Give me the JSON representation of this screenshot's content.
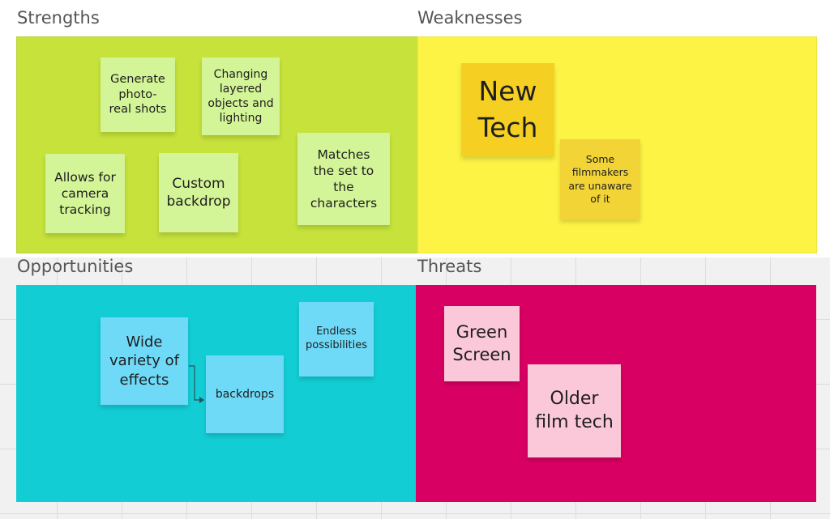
{
  "colors": {
    "strengths": "#c6e23b",
    "weaknesses": "#fdf344",
    "opportunities": "#13cdd5",
    "threats": "#d80062",
    "note_green": "#d3f497",
    "note_yellow_dark": "#f5cf22",
    "note_yellow_mid": "#f3d437",
    "note_blue": "#6fdaf8",
    "note_pink": "#fbc8da"
  },
  "quadrants": {
    "strengths": {
      "title": "Strengths",
      "notes": [
        {
          "text": "Generate photo-real shots"
        },
        {
          "text": "Changing layered objects and lighting"
        },
        {
          "text": "Allows for camera tracking"
        },
        {
          "text": "Custom backdrop"
        },
        {
          "text": "Matches the set to the characters"
        }
      ]
    },
    "weaknesses": {
      "title": "Weaknesses",
      "notes": [
        {
          "text": "New Tech"
        },
        {
          "text": "Some filmmakers are unaware of it"
        }
      ]
    },
    "opportunities": {
      "title": "Opportunities",
      "notes": [
        {
          "text": "Wide variety of effects"
        },
        {
          "text": "backdrops"
        },
        {
          "text": "Endless possibilities"
        }
      ]
    },
    "threats": {
      "title": "Threats",
      "notes": [
        {
          "text": "Green Screen"
        },
        {
          "text": "Older film tech"
        }
      ]
    }
  }
}
